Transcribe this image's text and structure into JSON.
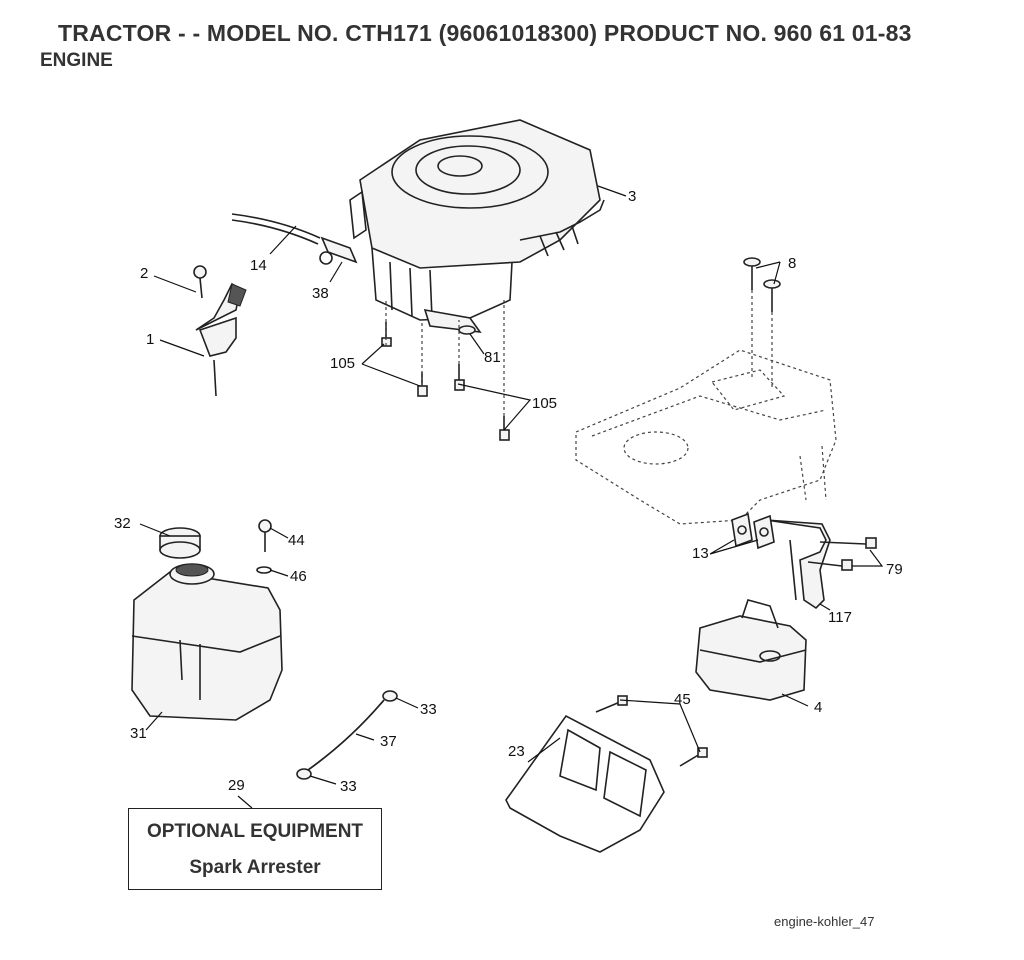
{
  "header": {
    "title": "TRACTOR - - MODEL NO. CTH171 (96061018300) PRODUCT NO. 960 61 01-83",
    "subtitle": "ENGINE"
  },
  "optional_box": {
    "callout": "29",
    "title": "OPTIONAL EQUIPMENT",
    "text": "Spark Arrester"
  },
  "footer": {
    "ref": "engine-kohler_47"
  },
  "callouts": {
    "c1": "1",
    "c2": "2",
    "c3": "3",
    "c4": "4",
    "c8": "8",
    "c13": "13",
    "c14": "14",
    "c23": "23",
    "c31": "31",
    "c32": "32",
    "c33a": "33",
    "c33b": "33",
    "c37": "37",
    "c38": "38",
    "c44": "44",
    "c45": "45",
    "c46": "46",
    "c79": "79",
    "c81": "81",
    "c105a": "105",
    "c105b": "105",
    "c117": "117"
  }
}
